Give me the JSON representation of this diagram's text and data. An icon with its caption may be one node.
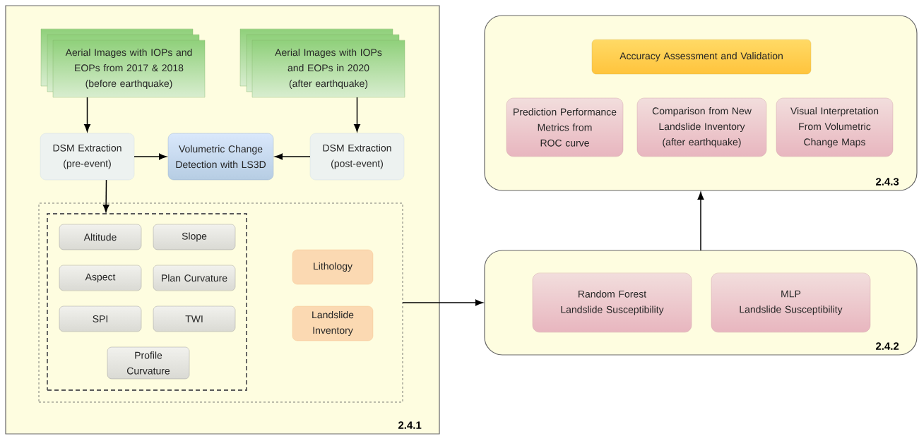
{
  "diagram": {
    "nodes": [
      {
        "text": [
          "2.4.1"
        ]
      },
      {
        "text": [
          "Aerial Images with IOPs and EOPs from 2017 & 2018",
          "(before earthquake)"
        ],
        "in": 0
      },
      {
        "text": [
          "Aerial Images with IOPs and EOPs in 2020",
          "(after earthquake)"
        ],
        "in": 0
      },
      {
        "text": [
          "DSM Extraction (pre-event)"
        ],
        "in": 0
      },
      {
        "text": [
          "Volumetric Change Detection with LS3D"
        ],
        "in": 0
      },
      {
        "text": [
          "DSM Extraction (post-event)"
        ],
        "in": 0
      },
      {
        "text": [],
        "shape": "box",
        "in": 0
      },
      {
        "text": [],
        "shape": "box",
        "in": 6
      },
      {
        "text": [
          "Altitude"
        ],
        "in": 7
      },
      {
        "text": [
          "Slope"
        ],
        "in": 7
      },
      {
        "text": [
          "Aspect"
        ],
        "in": 7
      },
      {
        "text": [
          "Plan Curvature"
        ],
        "in": 7
      },
      {
        "text": [
          "SPI"
        ],
        "in": 7
      },
      {
        "text": [
          "TWI"
        ],
        "in": 7
      },
      {
        "text": [
          "Profile Curvature"
        ],
        "in": 7
      },
      {
        "text": [
          "Lithology"
        ],
        "in": 6
      },
      {
        "text": [
          "Landslide Inventory"
        ],
        "in": 6
      },
      {
        "text": [
          "2.4.3"
        ]
      },
      {
        "text": [
          "Accuracy Assessment and Validation"
        ],
        "in": 17
      },
      {
        "text": [
          "Prediction Performance Metrics from ROC curve"
        ],
        "in": 17
      },
      {
        "text": [
          "Comparison from New Landslide Inventory (after earthquake)"
        ],
        "in": 17
      },
      {
        "text": [
          "Visual Interpretation From Volumetric Change Maps"
        ],
        "in": 17
      },
      {
        "text": [
          "2.4.2"
        ]
      },
      {
        "text": [
          "Random Forest",
          "Landslide Susceptibility"
        ],
        "in": 22
      },
      {
        "text": [
          "MLP",
          "Landslide Susceptibility"
        ],
        "in": 22
      }
    ],
    "edges": [
      {
        "from": 1,
        "to": 3,
        "arrow": "to"
      },
      {
        "from": 2,
        "to": 5,
        "arrow": "to"
      },
      {
        "from": 3,
        "to": 4,
        "arrow": "to"
      },
      {
        "from": 5,
        "to": 4,
        "arrow": "to"
      },
      {
        "from": 3,
        "to": 7,
        "arrow": "to"
      },
      {
        "from": 6,
        "to": 22,
        "arrow": "to"
      },
      {
        "from": 22,
        "to": 17,
        "arrow": "to"
      }
    ]
  }
}
